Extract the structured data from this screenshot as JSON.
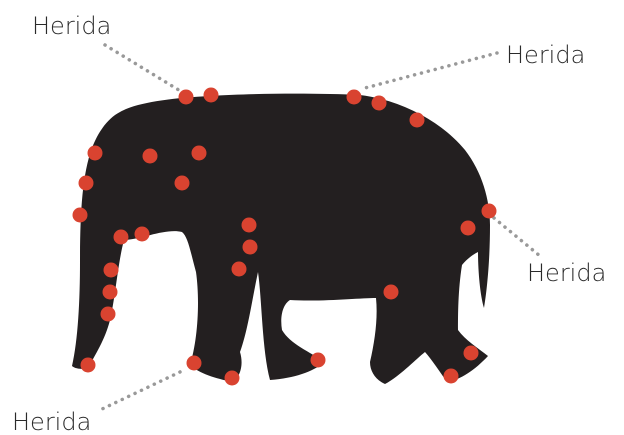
{
  "labels": {
    "top_left": "Herida",
    "top_right": "Herida",
    "right": "Herida",
    "bottom_left": "Herida"
  },
  "colors": {
    "silhouette": "#231f20",
    "wound": "#d94330",
    "leader": "#999999",
    "text": "#2a2a2a"
  }
}
